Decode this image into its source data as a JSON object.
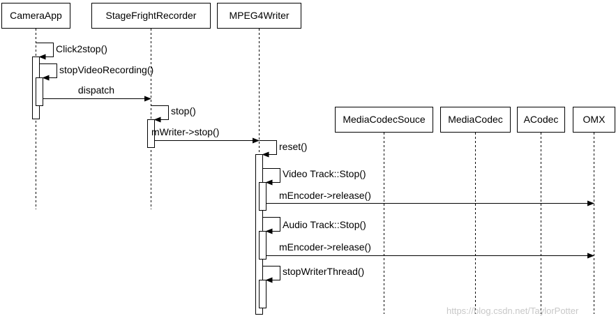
{
  "diagram": {
    "participants": [
      {
        "id": "camera",
        "label": "CameraApp"
      },
      {
        "id": "sfr",
        "label": "StageFrightRecorder"
      },
      {
        "id": "mp4w",
        "label": "MPEG4Writer"
      },
      {
        "id": "mcs",
        "label": "MediaCodecSouce"
      },
      {
        "id": "mc",
        "label": "MediaCodec"
      },
      {
        "id": "acodec",
        "label": "ACodec"
      },
      {
        "id": "omx",
        "label": "OMX"
      }
    ],
    "messages": [
      {
        "id": "click2stop",
        "from": "camera",
        "to": "camera",
        "label": "Click2stop()"
      },
      {
        "id": "stop-video-recording",
        "from": "camera",
        "to": "camera",
        "label": "stopVideoRecording()"
      },
      {
        "id": "dispatch",
        "from": "camera",
        "to": "sfr",
        "label": "dispatch"
      },
      {
        "id": "stop",
        "from": "sfr",
        "to": "sfr",
        "label": "stop()"
      },
      {
        "id": "mwriter-stop",
        "from": "sfr",
        "to": "mp4w",
        "label": "mWriter->stop()"
      },
      {
        "id": "reset",
        "from": "mp4w",
        "to": "mp4w",
        "label": "reset()"
      },
      {
        "id": "video-track-stop",
        "from": "mp4w",
        "to": "mp4w",
        "label": "Video Track::Stop()"
      },
      {
        "id": "mencoder-release-1",
        "from": "mp4w",
        "to": "omx",
        "label": "mEncoder->release()"
      },
      {
        "id": "audio-track-stop",
        "from": "mp4w",
        "to": "mp4w",
        "label": "Audio Track::Stop()"
      },
      {
        "id": "mencoder-release-2",
        "from": "mp4w",
        "to": "omx",
        "label": "mEncoder->release()"
      },
      {
        "id": "stop-writer-thread",
        "from": "mp4w",
        "to": "mp4w",
        "label": "stopWriterThread()"
      }
    ],
    "watermark": "https://blog.csdn.net/TaylorPotter"
  }
}
